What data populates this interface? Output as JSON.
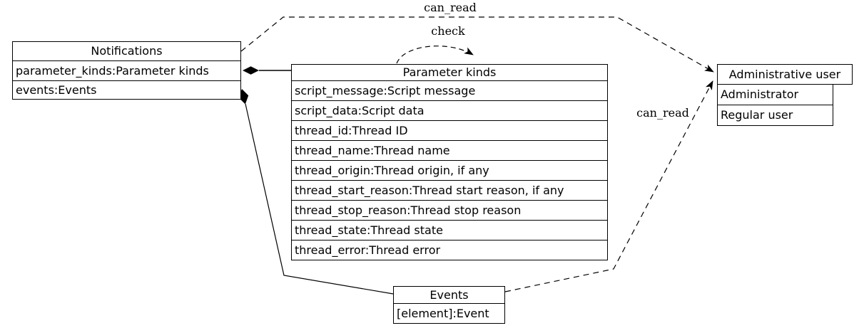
{
  "diagram": {
    "background_color": "#ffffff",
    "line_color": "#000000",
    "text_color": "#000000",
    "nodes": {
      "notifications": {
        "title": "Notifications",
        "rows": [
          "parameter_kinds:Parameter kinds",
          "events:Events"
        ]
      },
      "parameter_kinds": {
        "title": "Parameter kinds",
        "rows": [
          "script_message:Script message",
          "script_data:Script data",
          "thread_id:Thread ID",
          "thread_name:Thread name",
          "thread_origin:Thread origin, if any",
          "thread_start_reason:Thread start reason, if any",
          "thread_stop_reason:Thread stop reason",
          "thread_state:Thread state",
          "thread_error:Thread error"
        ]
      },
      "administrative_user": {
        "title": "Administrative user",
        "rows": [
          "Administrator",
          "Regular user"
        ]
      },
      "events": {
        "title": "Events",
        "rows": [
          "[element]:Event"
        ]
      }
    },
    "edges": {
      "can_read_top": {
        "label": "can_read"
      },
      "check": {
        "label": "check"
      },
      "can_read_bottom": {
        "label": "can_read"
      }
    }
  }
}
